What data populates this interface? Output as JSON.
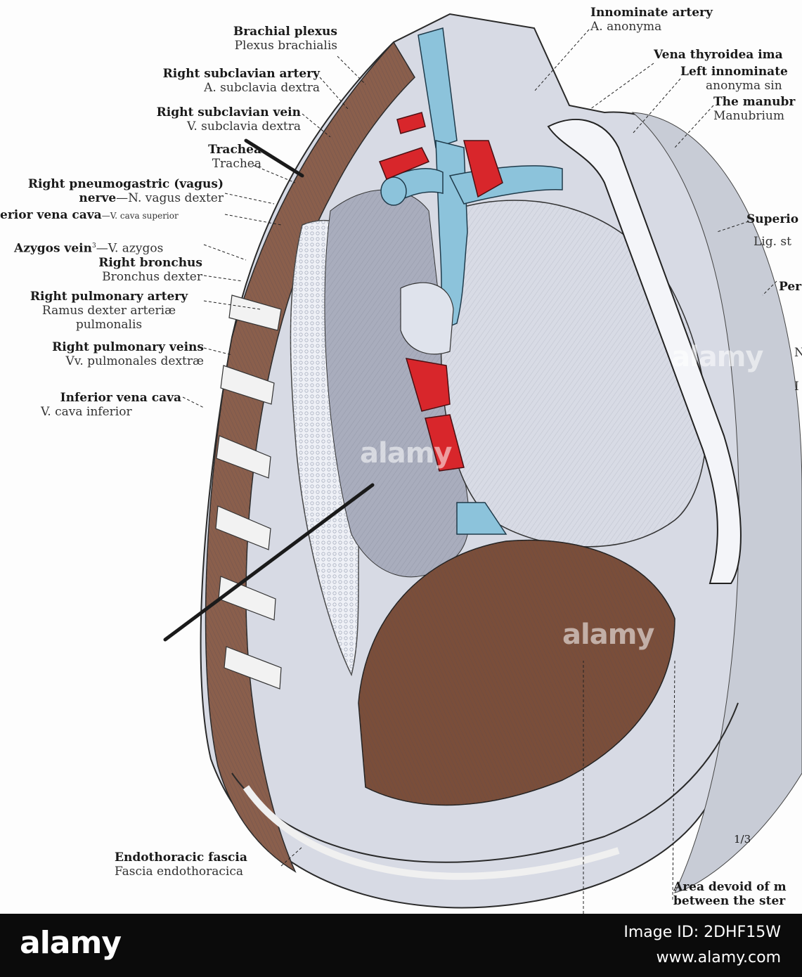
{
  "labels": {
    "innominate_artery": {
      "b": "Innominate artery",
      "l": "A. anonyma"
    },
    "brachial_plexus": {
      "b": "Brachial plexus",
      "l": "Plexus brachialis"
    },
    "vena_thyroidea": {
      "b": "Vena thyroidea ima"
    },
    "left_innominate": {
      "b": "Left innominate",
      "l": "anonyma sin"
    },
    "manubrium": {
      "b": "The manubr",
      "l": "Manubrium"
    },
    "right_subclavian_artery": {
      "b": "Right subclavian artery",
      "l": "A. subclavia dextra"
    },
    "right_subclavian_vein": {
      "b": "Right subclavian vein",
      "l": "V. subclavia dextra"
    },
    "trachea": {
      "b": "Trachea",
      "l": "Trachea"
    },
    "right_vagus": {
      "b": "Right pneumogastric (vagus)",
      "b2": "nerve",
      "l": "—N. vagus dexter"
    },
    "superior_vena_cava": {
      "b": "erior vena cava",
      "l": "—V. cava superior"
    },
    "superior_right": {
      "b": "Superio",
      "l": "Lig. st"
    },
    "azygos": {
      "b": "Azygos vein",
      "sup": "3",
      "l": "—V. azygos"
    },
    "right_bronchus": {
      "b": "Right bronchus",
      "l": "Bronchus dexter"
    },
    "pericardium": {
      "b": "Per"
    },
    "right_pulmonary_artery": {
      "b": "Right pulmonary artery",
      "l": "Ramus dexter arteriæ",
      "l2": "pulmonalis"
    },
    "right_pulmonary_veins": {
      "b": "Right pulmonary veins",
      "l": "Vv. pulmonales dextræ"
    },
    "edge_n": {
      "l": "N"
    },
    "edge_i": {
      "l": "I"
    },
    "inferior_vena_cava": {
      "b": "Inferior vena cava",
      "l": "V. cava inferior"
    },
    "endothoracic": {
      "b": "Endothoracic fascia",
      "l": "Fascia endothoracica"
    },
    "area_devoid": {
      "b": "Area devoid of m",
      "b2": "between the ster"
    },
    "scale": "1/3"
  },
  "watermark": "alamy",
  "footer": {
    "brand": "alamy",
    "image_id": "Image ID: 2DHF15W",
    "url": "www.alamy.com"
  },
  "colors": {
    "vein_blue": "#8cc3db",
    "artery_red": "#d8262b",
    "muscle_brown": "#7a4e3a",
    "tissue_gray": "#c9cdd8",
    "background": "#ffffff",
    "footer_bg": "#0b0b0b"
  }
}
